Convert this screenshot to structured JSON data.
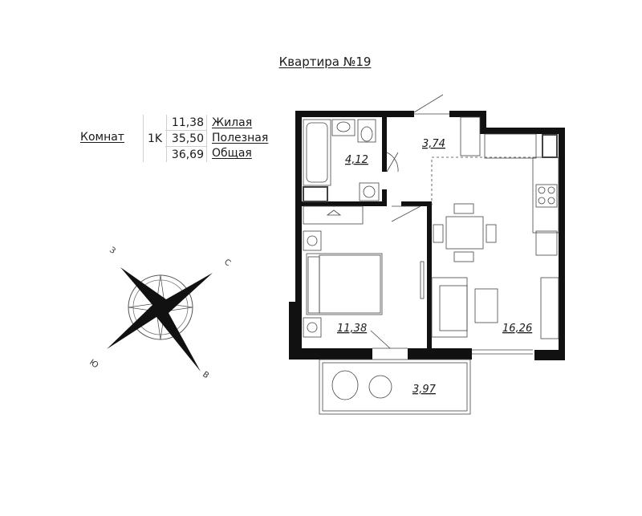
{
  "plan": {
    "title": "Квартира №19",
    "rooms_label": "Комнат",
    "rooms_type": "1K",
    "areas": [
      {
        "value": "11,38",
        "name": "Жилая"
      },
      {
        "value": "35,50",
        "name": "Полезная"
      },
      {
        "value": "36,69",
        "name": "Общая"
      }
    ],
    "room_areas": {
      "bathroom": "4,12",
      "hall": "3,74",
      "bedroom": "11,38",
      "kitchen": "16,26",
      "balcony": "3,97"
    },
    "compass": {
      "north": "С",
      "south": "Ю",
      "west": "З",
      "east": "В"
    }
  }
}
